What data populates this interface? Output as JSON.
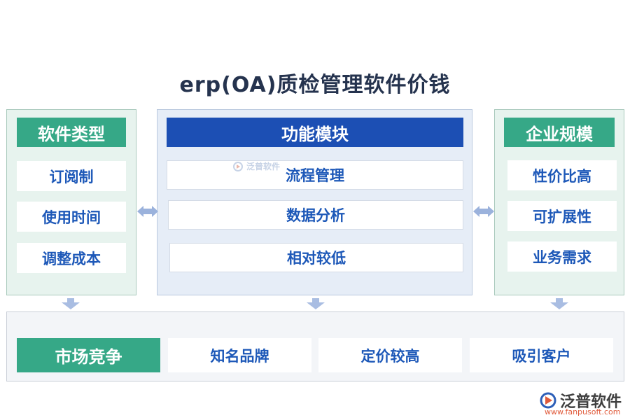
{
  "title": "erp(OA)质检管理软件价钱",
  "left": {
    "header": "软件类型",
    "items": [
      "订阅制",
      "使用时间",
      "调整成本"
    ]
  },
  "center": {
    "header": "功能模块",
    "items": [
      "流程管理",
      "数据分析",
      "相对较低"
    ]
  },
  "right": {
    "header": "企业规模",
    "items": [
      "性价比高",
      "可扩展性",
      "业务需求"
    ]
  },
  "bottom": {
    "header": "市场竞争",
    "items": [
      "知名品牌",
      "定价较高",
      "吸引客户"
    ]
  },
  "watermark": {
    "name": "泛普软件"
  },
  "logo": {
    "name": "泛普软件",
    "url": "www.fanpusoft.com",
    "icon": "fanpu-logo-icon"
  },
  "colors": {
    "green": "#36a887",
    "blue": "#1c4fb4",
    "text_blue": "#1d58b8",
    "arrow": "#9bb2dc"
  }
}
